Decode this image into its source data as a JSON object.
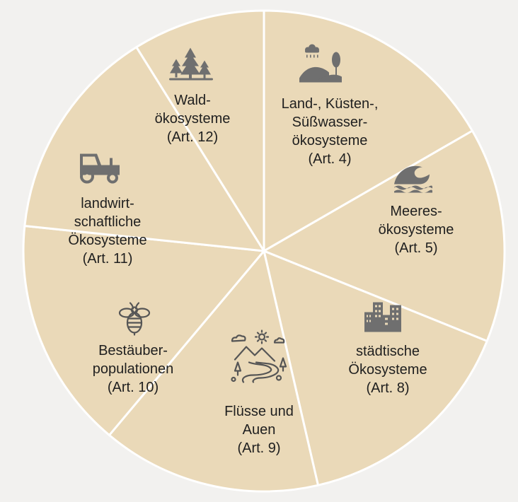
{
  "colors": {
    "background": "#f2f1ef",
    "segment_fill": "#ead9b8",
    "divider": "#ffffff",
    "icon": "#6f6f6f"
  },
  "segments": [
    {
      "id": "land-kuesten-suesswasser",
      "icon": "landscape-rain-icon",
      "lines": [
        "Land-, Küsten-,",
        "Süßwasser-",
        "ökosysteme",
        "(Art. 4)"
      ]
    },
    {
      "id": "meeres",
      "icon": "wave-icon",
      "lines": [
        "Meeres-",
        "ökosysteme",
        "(Art. 5)"
      ]
    },
    {
      "id": "staedtische",
      "icon": "city-buildings-icon",
      "lines": [
        "städtische",
        "Ökosysteme",
        "(Art. 8)"
      ]
    },
    {
      "id": "fluesse-auen",
      "icon": "river-landscape-icon",
      "lines": [
        "Flüsse und",
        "Auen",
        "(Art. 9)"
      ]
    },
    {
      "id": "bestaeuber",
      "icon": "bee-icon",
      "lines": [
        "Bestäuber-",
        "populationen",
        "(Art. 10)"
      ]
    },
    {
      "id": "landwirtschaftliche",
      "icon": "tractor-icon",
      "lines": [
        "landwirt-",
        "schaftliche",
        "Ökosysteme",
        "(Art. 11)"
      ]
    },
    {
      "id": "wald",
      "icon": "forest-icon",
      "lines": [
        "Wald-",
        "ökosysteme",
        "(Art. 12)"
      ]
    }
  ]
}
